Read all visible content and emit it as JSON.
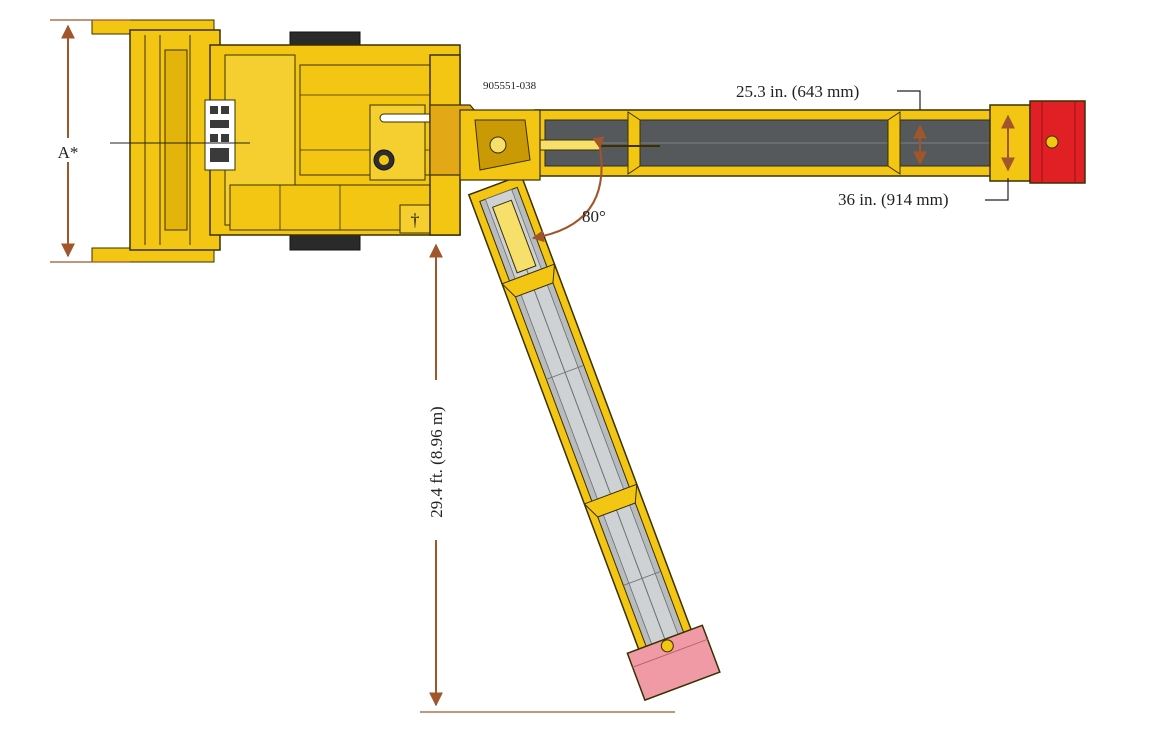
{
  "diagram": {
    "part_number": "905551-038",
    "dim_a_label": "A*",
    "belt_width_label": "25.3 in. (643 mm)",
    "conveyor_width_label": "36 in. (914 mm)",
    "angle_label": "80°",
    "reach_label": "29.4 ft. (8.96 m)"
  },
  "colors": {
    "machine_yellow": "#f2c612",
    "machine_dark_yellow": "#c99a06",
    "outline": "#3a3000",
    "belt_gray": "#55595c",
    "belt_light_gray": "#b9bcbf",
    "hopper_red": "#e02025",
    "hopper_pink": "#ef9aa4",
    "dimension_brown": "#a0562a"
  }
}
